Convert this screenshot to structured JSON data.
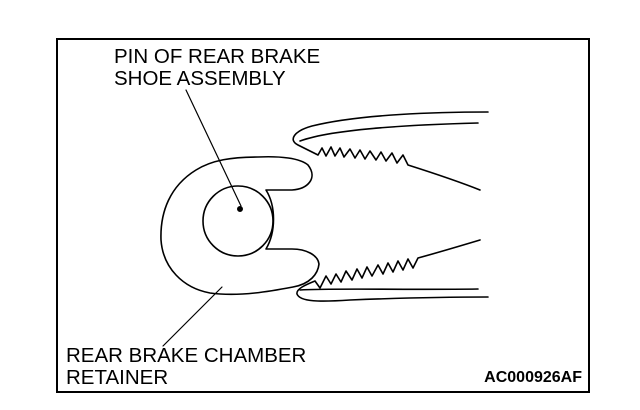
{
  "figure": {
    "code": "AC000926AF"
  },
  "callouts": {
    "pin": {
      "lines": [
        "PIN OF REAR BRAKE",
        "SHOE ASSEMBLY"
      ]
    },
    "retainer": {
      "lines": [
        "REAR BRAKE CHAMBER",
        "RETAINER"
      ]
    }
  },
  "colors": {
    "ink": "#000000",
    "paper": "#ffffff"
  },
  "parts": {
    "pin": "pin-of-rear-brake-shoe-assembly",
    "retainer": "rear-brake-chamber-retainer",
    "tool": "pliers-jaws"
  }
}
